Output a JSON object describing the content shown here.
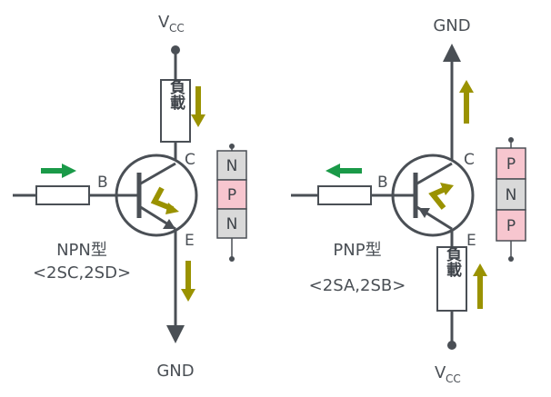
{
  "npn": {
    "supply_top": "V",
    "supply_top_sub": "CC",
    "load": "負載",
    "collector": "C",
    "base": "B",
    "emitter": "E",
    "type_label": "NPN型",
    "part_label": "<2SC,2SD>",
    "ground": "GND",
    "layers": [
      "N",
      "P",
      "N"
    ]
  },
  "pnp": {
    "ground_top": "GND",
    "collector": "C",
    "base": "B",
    "emitter": "E",
    "type_label": "PNP型",
    "part_label": "<2SA,2SB>",
    "load": "負載",
    "supply_bottom": "V",
    "supply_bottom_sub": "CC",
    "layers": [
      "P",
      "N",
      "P"
    ]
  },
  "colors": {
    "wire": "#4a4f55",
    "arrow_olive": "#9a9200",
    "arrow_green": "#1a9a48",
    "layer_n": "#d9d9d9",
    "layer_p": "#f7c6cf"
  }
}
